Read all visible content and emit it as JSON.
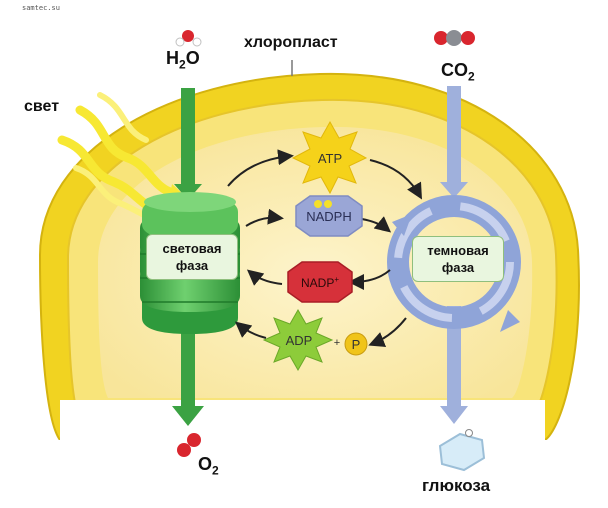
{
  "watermark": "samtec.su",
  "labels": {
    "chloroplast": "хлоропласт",
    "light": "свет",
    "water": {
      "main": "H",
      "sub": "2",
      "tail": "O"
    },
    "co2": {
      "main": "CO",
      "sub": "2"
    },
    "o2": {
      "main": "O",
      "sub": "2"
    },
    "glucose": "глюкоза"
  },
  "phases": {
    "light": {
      "line1": "световая",
      "line2": "фаза"
    },
    "dark": {
      "line1": "темновая",
      "line2": "фаза"
    }
  },
  "molecules": {
    "atp": "ATP",
    "nadph": "NADPH",
    "nadp": {
      "main": "NADP",
      "sup": "+"
    },
    "adp": "ADP",
    "plus": "+",
    "phosphate": "P"
  },
  "colors": {
    "membrane_outer": "#f1d321",
    "membrane_inner": "#f8e47a",
    "stroma": "#fbedb3",
    "thylakoid": "#3fae45",
    "arrow_green": "#2f9e3a",
    "arrow_blue": "#9fb0dc",
    "cycle_blue": "#8fa4d8",
    "atp_star": "#f5d21a",
    "nadph_hex": "#9aa6d6",
    "nadp_hex": "#d6313a",
    "adp_star": "#8dcc3a",
    "phosphate": "#f0c419"
  }
}
